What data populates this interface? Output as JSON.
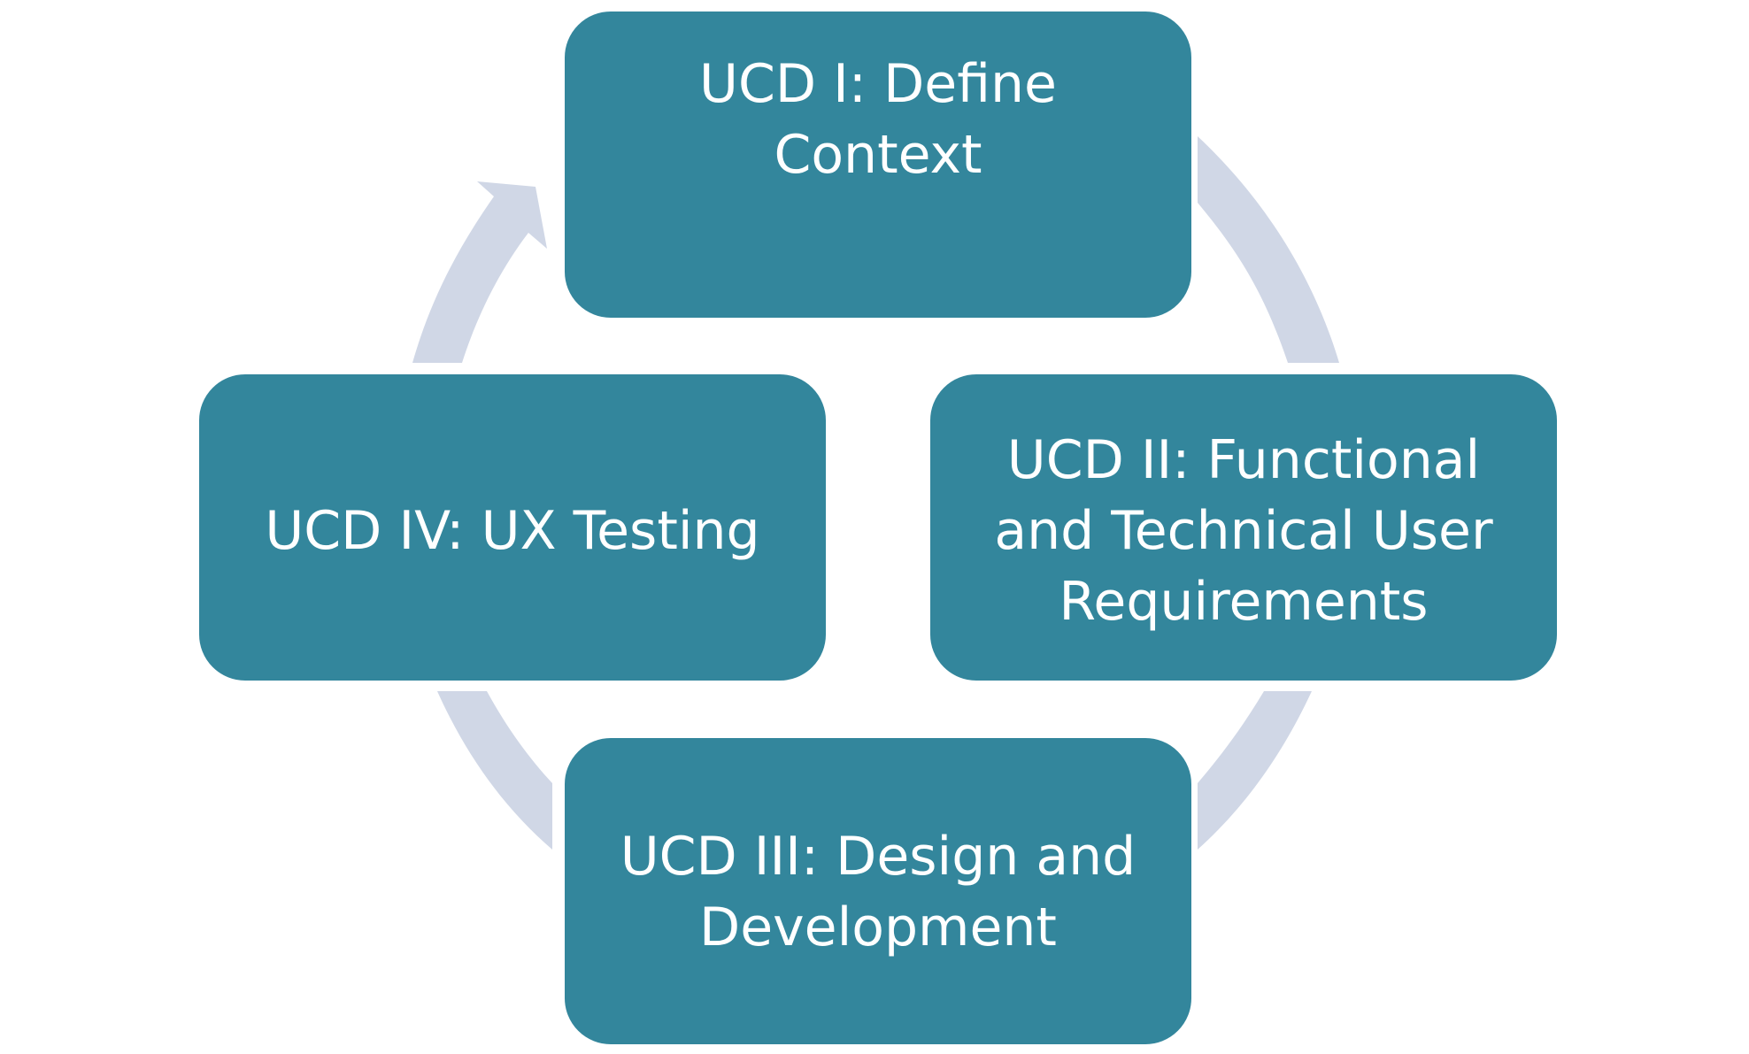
{
  "colors": {
    "box_fill": "#33869C",
    "box_border": "#ffffff",
    "box_text": "#ffffff",
    "connector": "#D0D7E6",
    "background": "#ffffff"
  },
  "steps": [
    {
      "label": "UCD I: Define\nContext"
    },
    {
      "label": "UCD II: Functional\nand Technical User\nRequirements"
    },
    {
      "label": "UCD III: Design and\nDevelopment"
    },
    {
      "label": "UCD IV: UX Testing"
    }
  ],
  "connectors": [
    {
      "from": 0,
      "to": 1,
      "arrowhead": false
    },
    {
      "from": 1,
      "to": 2,
      "arrowhead": false
    },
    {
      "from": 2,
      "to": 3,
      "arrowhead": false
    },
    {
      "from": 3,
      "to": 0,
      "arrowhead": true
    }
  ]
}
